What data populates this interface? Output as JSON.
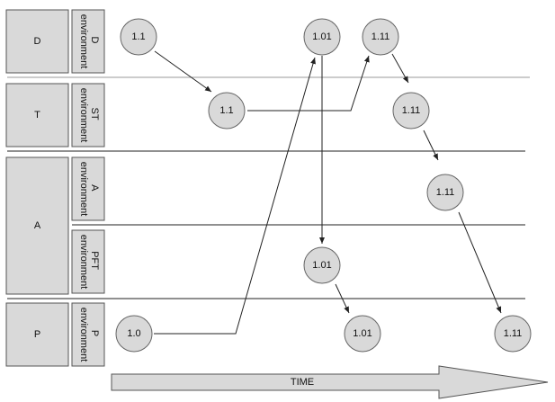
{
  "groups": [
    {
      "id": "D",
      "label": "D"
    },
    {
      "id": "T",
      "label": "T"
    },
    {
      "id": "A",
      "label": "A"
    },
    {
      "id": "P",
      "label": "P"
    }
  ],
  "environments": [
    {
      "id": "d-env",
      "name": "D",
      "suffix": "environment"
    },
    {
      "id": "st-env",
      "name": "ST",
      "suffix": "environment"
    },
    {
      "id": "a-env",
      "name": "A",
      "suffix": "environment"
    },
    {
      "id": "pft-env",
      "name": "PFT",
      "suffix": "environment"
    },
    {
      "id": "p-env",
      "name": "P",
      "suffix": "environment"
    }
  ],
  "nodes": [
    {
      "id": "d-1-1",
      "label": "1.1"
    },
    {
      "id": "d-1-01",
      "label": "1.01"
    },
    {
      "id": "d-1-11",
      "label": "1.11"
    },
    {
      "id": "st-1-1",
      "label": "1.1"
    },
    {
      "id": "st-1-11",
      "label": "1.11"
    },
    {
      "id": "a-1-11",
      "label": "1.11"
    },
    {
      "id": "pft-1-01",
      "label": "1.01"
    },
    {
      "id": "p-1-0",
      "label": "1.0"
    },
    {
      "id": "p-1-01",
      "label": "1.01"
    },
    {
      "id": "p-1-11",
      "label": "1.11"
    }
  ],
  "time_label": "TIME"
}
